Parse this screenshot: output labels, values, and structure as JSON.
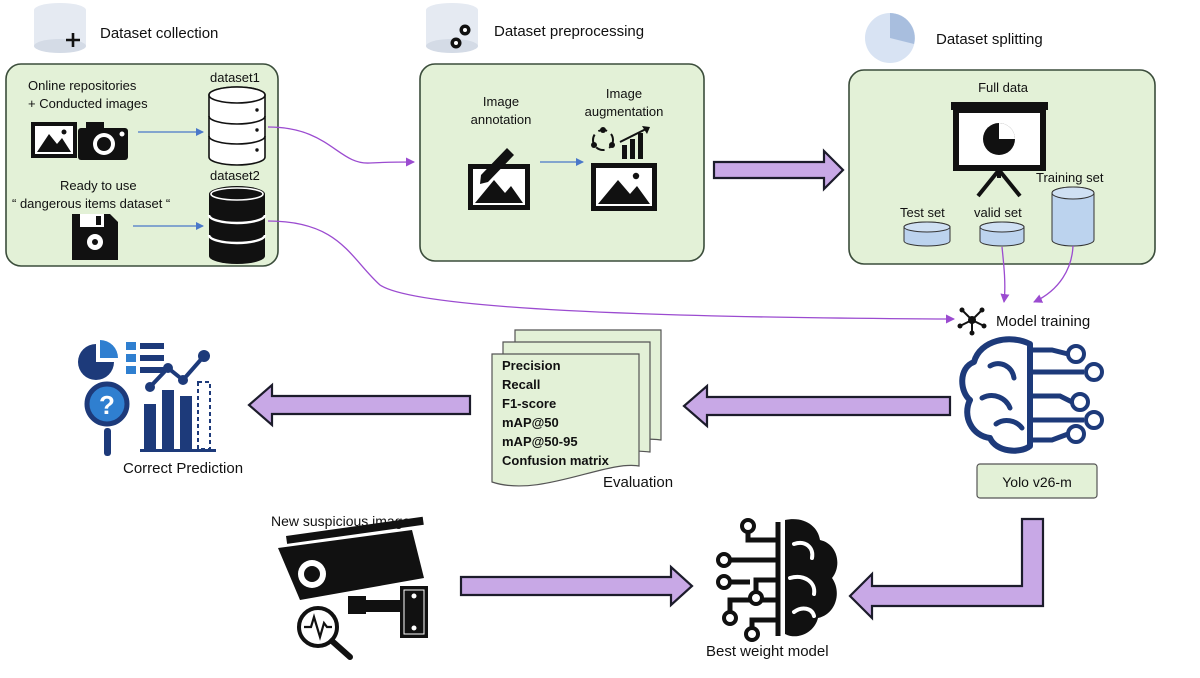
{
  "sections": {
    "collection": "Dataset collection",
    "preprocessing": "Dataset preprocessing",
    "splitting": "Dataset splitting"
  },
  "collection": {
    "source1_line1": "Online repositories",
    "source1_line2": "+  Conducted images",
    "dataset1": "dataset1",
    "source2_line1": "Ready to use",
    "source2_line2": "“ dangerous items dataset “",
    "dataset2": "dataset2"
  },
  "preprocessing": {
    "annotation_line1": "Image",
    "annotation_line2": "annotation",
    "augmentation_line1": "Image",
    "augmentation_line2": "augmentation"
  },
  "splitting": {
    "full_data": "Full data",
    "training_set": "Training  set",
    "test_set": "Test set",
    "valid_set": "valid set"
  },
  "training": {
    "label": "Model training",
    "model_name": "Yolo v26-m"
  },
  "evaluation": {
    "metrics": [
      "Precision",
      "Recall",
      "F1-score",
      "mAP@50",
      "mAP@50-95",
      "Confusion matrix"
    ],
    "label": "Evaluation"
  },
  "prediction": {
    "label": "Correct Prediction"
  },
  "inference": {
    "new_image": "New suspicious image",
    "best_model": "Best weight model"
  },
  "colors": {
    "panel_fill": "#e3f1d7",
    "arrow_fill": "#c8a8e6",
    "db_fill": "#bcd3ee",
    "icon_navy": "#1d3a7a",
    "icon_blue": "#2f7fd0"
  },
  "icons": [
    "database-plus-icon",
    "database-gear-icon",
    "pie-chart-icon",
    "photo-camera-icon",
    "floppy-disk-icon",
    "database-icon",
    "image-edit-icon",
    "image-augment-icon",
    "presentation-board-icon",
    "network-node-icon",
    "ai-brain-icon",
    "analytics-search-icon",
    "security-camera-icon",
    "brain-circuit-icon"
  ]
}
